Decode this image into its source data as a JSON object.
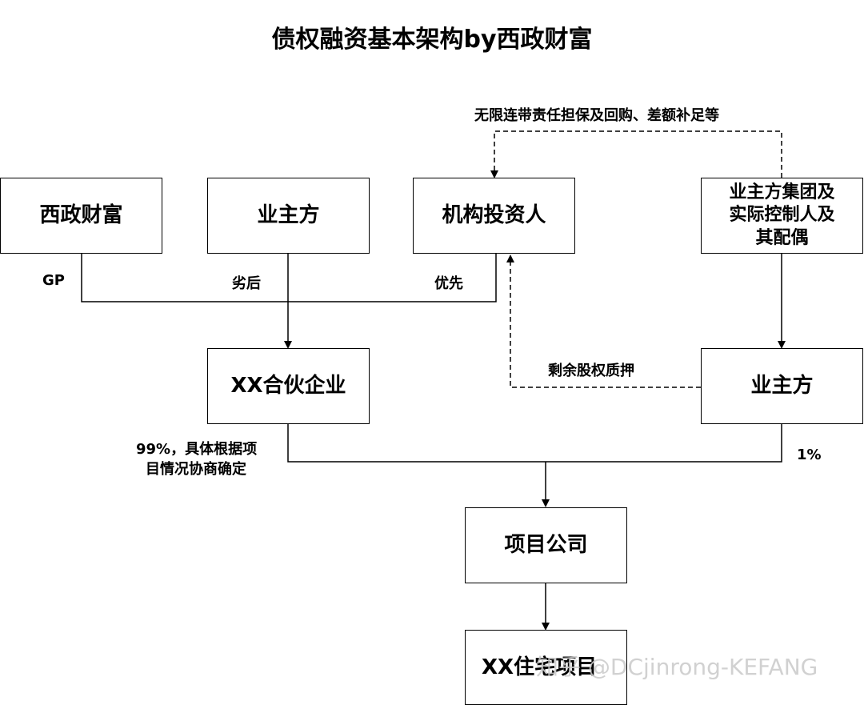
{
  "title": "债权融资基本架构by西政财富",
  "nodes": {
    "xizheng": "西政财富",
    "yezhu_top": "业主方",
    "jigou": "机构投资人",
    "jituan_l1": "业主方集团及",
    "jituan_l2": "实际控制人及",
    "jituan_l3": "其配偶",
    "hehuo": "XX合伙企业",
    "yezhu_mid": "业主方",
    "xiangmu_gongsi": "项目公司",
    "zhuzhai": "XX住宅项目"
  },
  "edge_labels": {
    "gp": "GP",
    "liehou": "劣后",
    "youxian": "优先",
    "guarantee": "无限连带责任担保及回购、差额补足等",
    "pledge": "剩余股权质押",
    "pct99_l1": "99%，具体根据项",
    "pct99_l2": "目情况协商确定",
    "pct1": "1%"
  },
  "watermark": "知乎 @DCjinrong-KEFANG"
}
